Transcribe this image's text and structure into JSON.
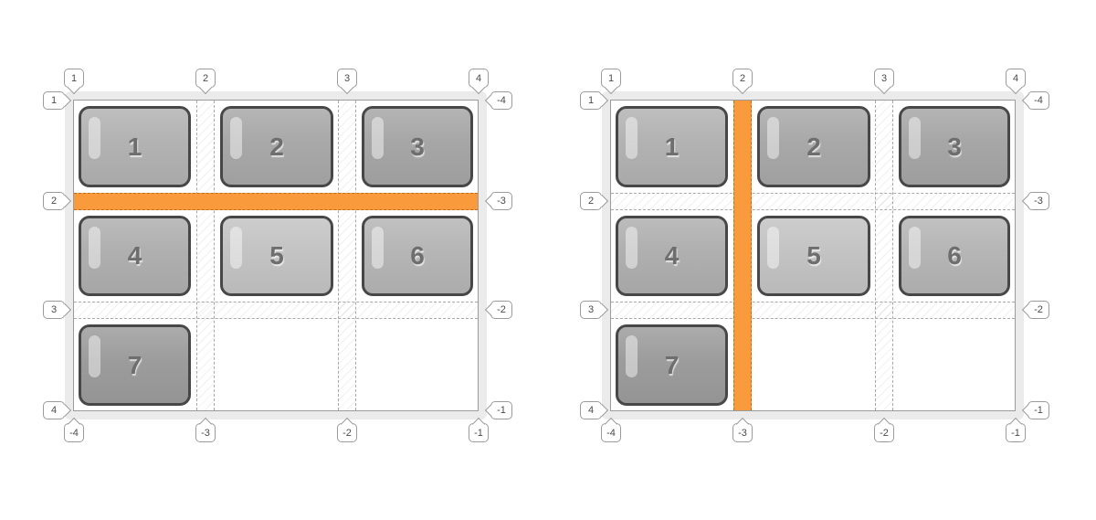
{
  "colors": {
    "page_bg": "#FFFFFF",
    "container_band": "#EBEBEB",
    "grid_border": "#9B9B9B",
    "gap_dash": "#A9A9A9",
    "highlight_orange": "#F99A3C",
    "item_border": "#474747",
    "item_number_text": "#6E6E6E",
    "marker_border": "#9B9B9B",
    "marker_text": "#4A4A4A"
  },
  "panels": [
    {
      "name": "grid-with-row-gap-highlighted",
      "highlight": {
        "type": "row-gap"
      },
      "items": [
        {
          "label": "1",
          "fill": "#B2B2B2"
        },
        {
          "label": "2",
          "fill": "#A8A8A8"
        },
        {
          "label": "3",
          "fill": "#A6A6A6"
        },
        {
          "label": "4",
          "fill": "#AFAFAF"
        },
        {
          "label": "5",
          "fill": "#C3C3C3"
        },
        {
          "label": "6",
          "fill": "#B5B5B5"
        },
        {
          "label": "7",
          "fill": "#9C9C9C"
        }
      ],
      "line_labels": {
        "top": [
          "1",
          "2",
          "3",
          "4"
        ],
        "left": [
          "1",
          "2",
          "3",
          "4"
        ],
        "right": [
          "-4",
          "-3",
          "-2",
          "-1"
        ],
        "bottom": [
          "-4",
          "-3",
          "-2",
          "-1"
        ]
      }
    },
    {
      "name": "grid-with-column-gap-highlighted",
      "highlight": {
        "type": "column-gap"
      },
      "items": [
        {
          "label": "1",
          "fill": "#B2B2B2"
        },
        {
          "label": "2",
          "fill": "#A8A8A8"
        },
        {
          "label": "3",
          "fill": "#A6A6A6"
        },
        {
          "label": "4",
          "fill": "#AFAFAF"
        },
        {
          "label": "5",
          "fill": "#C3C3C3"
        },
        {
          "label": "6",
          "fill": "#B5B5B5"
        },
        {
          "label": "7",
          "fill": "#9C9C9C"
        }
      ],
      "line_labels": {
        "top": [
          "1",
          "2",
          "3",
          "4"
        ],
        "left": [
          "1",
          "2",
          "3",
          "4"
        ],
        "right": [
          "-4",
          "-3",
          "-2",
          "-1"
        ],
        "bottom": [
          "-4",
          "-3",
          "-2",
          "-1"
        ]
      }
    }
  ]
}
